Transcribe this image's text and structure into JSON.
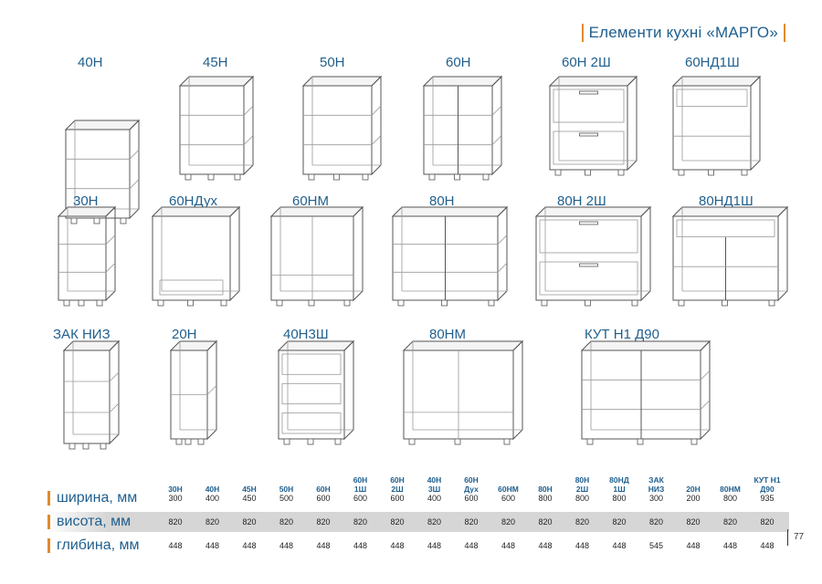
{
  "header": {
    "title": "Елементи кухні «МАРГО»"
  },
  "cabinets": [
    {
      "label": "40Н",
      "kind": "shelf"
    },
    {
      "label": "45Н",
      "kind": "shelf"
    },
    {
      "label": "50Н",
      "kind": "shelf"
    },
    {
      "label": "60Н",
      "kind": "shelf-double"
    },
    {
      "label": "60Н 2Ш",
      "kind": "drawers2"
    },
    {
      "label": "60НД1Ш",
      "kind": "drawer-shelf"
    },
    {
      "label": "30Н",
      "kind": "shelf"
    },
    {
      "label": "60НДух",
      "kind": "oven"
    },
    {
      "label": "60НМ",
      "kind": "sink"
    },
    {
      "label": "80Н",
      "kind": "shelf-double"
    },
    {
      "label": "80Н 2Ш",
      "kind": "drawers2"
    },
    {
      "label": "80НД1Ш",
      "kind": "drawer-double"
    },
    {
      "label": "ЗАК НИЗ",
      "kind": "end"
    },
    {
      "label": "20Н",
      "kind": "narrow"
    },
    {
      "label": "40Н3Ш",
      "kind": "drawers3"
    },
    {
      "label": "80НМ",
      "kind": "sink"
    },
    {
      "label": "КУТ Н1 Д90",
      "kind": "corner"
    }
  ],
  "spec": {
    "columns": [
      "30Н",
      "40Н",
      "45Н",
      "50Н",
      "60Н",
      "60Н\n1Ш",
      "60Н\n2Ш",
      "40Н\n3Ш",
      "60Н\nДух",
      "60НМ",
      "80Н",
      "80Н\n2Ш",
      "80НД\n1Ш",
      "ЗАК\nНИЗ",
      "20Н",
      "80НМ",
      "КУТ Н1\nД90"
    ],
    "rows": [
      {
        "label": "ширина, мм",
        "values": [
          "300",
          "400",
          "450",
          "500",
          "600",
          "600",
          "600",
          "400",
          "600",
          "600",
          "800",
          "800",
          "800",
          "300",
          "200",
          "800",
          "935"
        ]
      },
      {
        "label": "висота, мм",
        "values": [
          "820",
          "820",
          "820",
          "820",
          "820",
          "820",
          "820",
          "820",
          "820",
          "820",
          "820",
          "820",
          "820",
          "820",
          "820",
          "820",
          "820"
        ]
      },
      {
        "label": "глибина, мм",
        "values": [
          "448",
          "448",
          "448",
          "448",
          "448",
          "448",
          "448",
          "448",
          "448",
          "448",
          "448",
          "448",
          "448",
          "545",
          "448",
          "448",
          "448"
        ]
      }
    ]
  },
  "page": {
    "number": "77"
  }
}
